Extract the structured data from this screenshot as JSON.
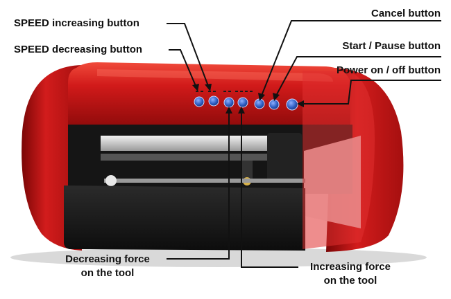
{
  "labels": {
    "speed_up": {
      "bold": "SPEED",
      "rest": " increasing button"
    },
    "speed_down": {
      "bold": "SPEED",
      "rest": " decreasing button"
    },
    "cancel": "Cancel button",
    "start_pause": "Start / Pause button",
    "power": "Power on / off button",
    "force_down_line1": "Decreasing force",
    "force_down_line2": "on the tool",
    "force_up_line1": "Increasing force",
    "force_up_line2": "on the tool"
  },
  "colors": {
    "body_red": "#d11a1a",
    "body_dark_red": "#8c0a0a",
    "panel_black": "#1c1c1c",
    "button_blue": "#2f5fc4",
    "callout_line": "#111111"
  },
  "icons": [
    "speed-up-button-icon",
    "speed-down-button-icon",
    "force-down-button-icon",
    "force-up-button-icon",
    "cancel-button-icon",
    "start-pause-button-icon",
    "power-button-icon"
  ]
}
